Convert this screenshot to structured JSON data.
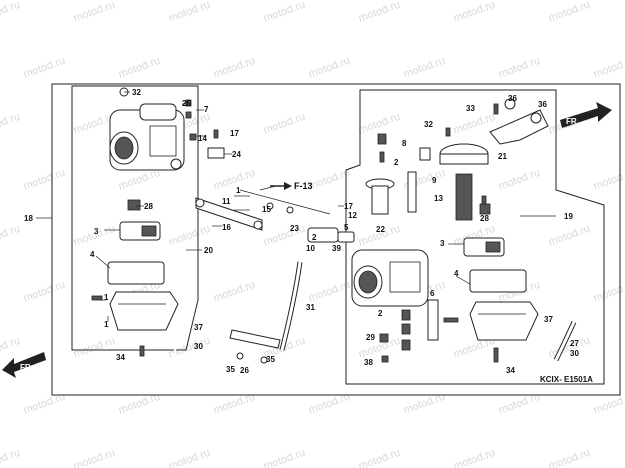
{
  "watermark": "motod.ru",
  "catalog_code": "KCIX- E1501A",
  "direction_labels": {
    "front_right": "FR.",
    "front_left": "FR."
  },
  "reference": "F-13",
  "callouts": {
    "c1": "1",
    "c1b": "1",
    "c1c": "1",
    "c2": "2",
    "c3": "3",
    "c3b": "3",
    "c4": "4",
    "c4b": "4",
    "c5": "5",
    "c6": "6",
    "c7": "7",
    "c8": "8",
    "c9": "9",
    "c10": "10",
    "c11": "11",
    "c12": "12",
    "c13": "13",
    "c14": "14",
    "c15": "15",
    "c16": "16",
    "c17": "17",
    "c17b": "17",
    "c18": "18",
    "c19": "19",
    "c20": "20",
    "c21": "21",
    "c22": "22",
    "c23": "23",
    "c24": "24",
    "c25": "25",
    "c26": "26",
    "c27": "27",
    "c28": "28",
    "c28b": "28",
    "c29": "29",
    "c30": "30",
    "c30b": "30",
    "c31": "31",
    "c32": "32",
    "c32b": "32",
    "c33": "33",
    "c34": "34",
    "c34b": "34",
    "c35": "35",
    "c35b": "35",
    "c36": "36",
    "c36b": "36",
    "c37": "37",
    "c37b": "37",
    "c38": "38",
    "c39": "39"
  }
}
